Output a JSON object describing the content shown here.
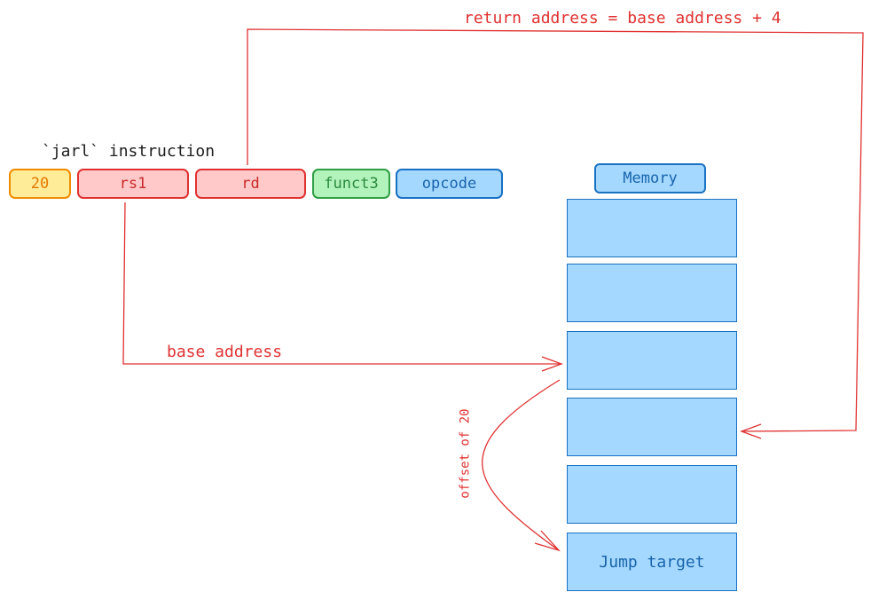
{
  "instruction": {
    "title": "`jarl` instruction",
    "fields": {
      "imm": "20",
      "rs1": "rs1",
      "rd": "rd",
      "funct3": "funct3",
      "opcode": "opcode"
    }
  },
  "memory": {
    "header": "Memory",
    "jump_target": "Jump target"
  },
  "labels": {
    "return_address": "return address = base address + 4",
    "base_address": "base address",
    "offset": "offset of 20"
  },
  "colors": {
    "arrow": "#e03131",
    "memory_fill": "#a5d8ff",
    "memory_stroke": "#1971c2",
    "imm_fill": "#ffec99",
    "reg_fill": "#ffc9c9",
    "funct3_fill": "#b2f2bb"
  }
}
